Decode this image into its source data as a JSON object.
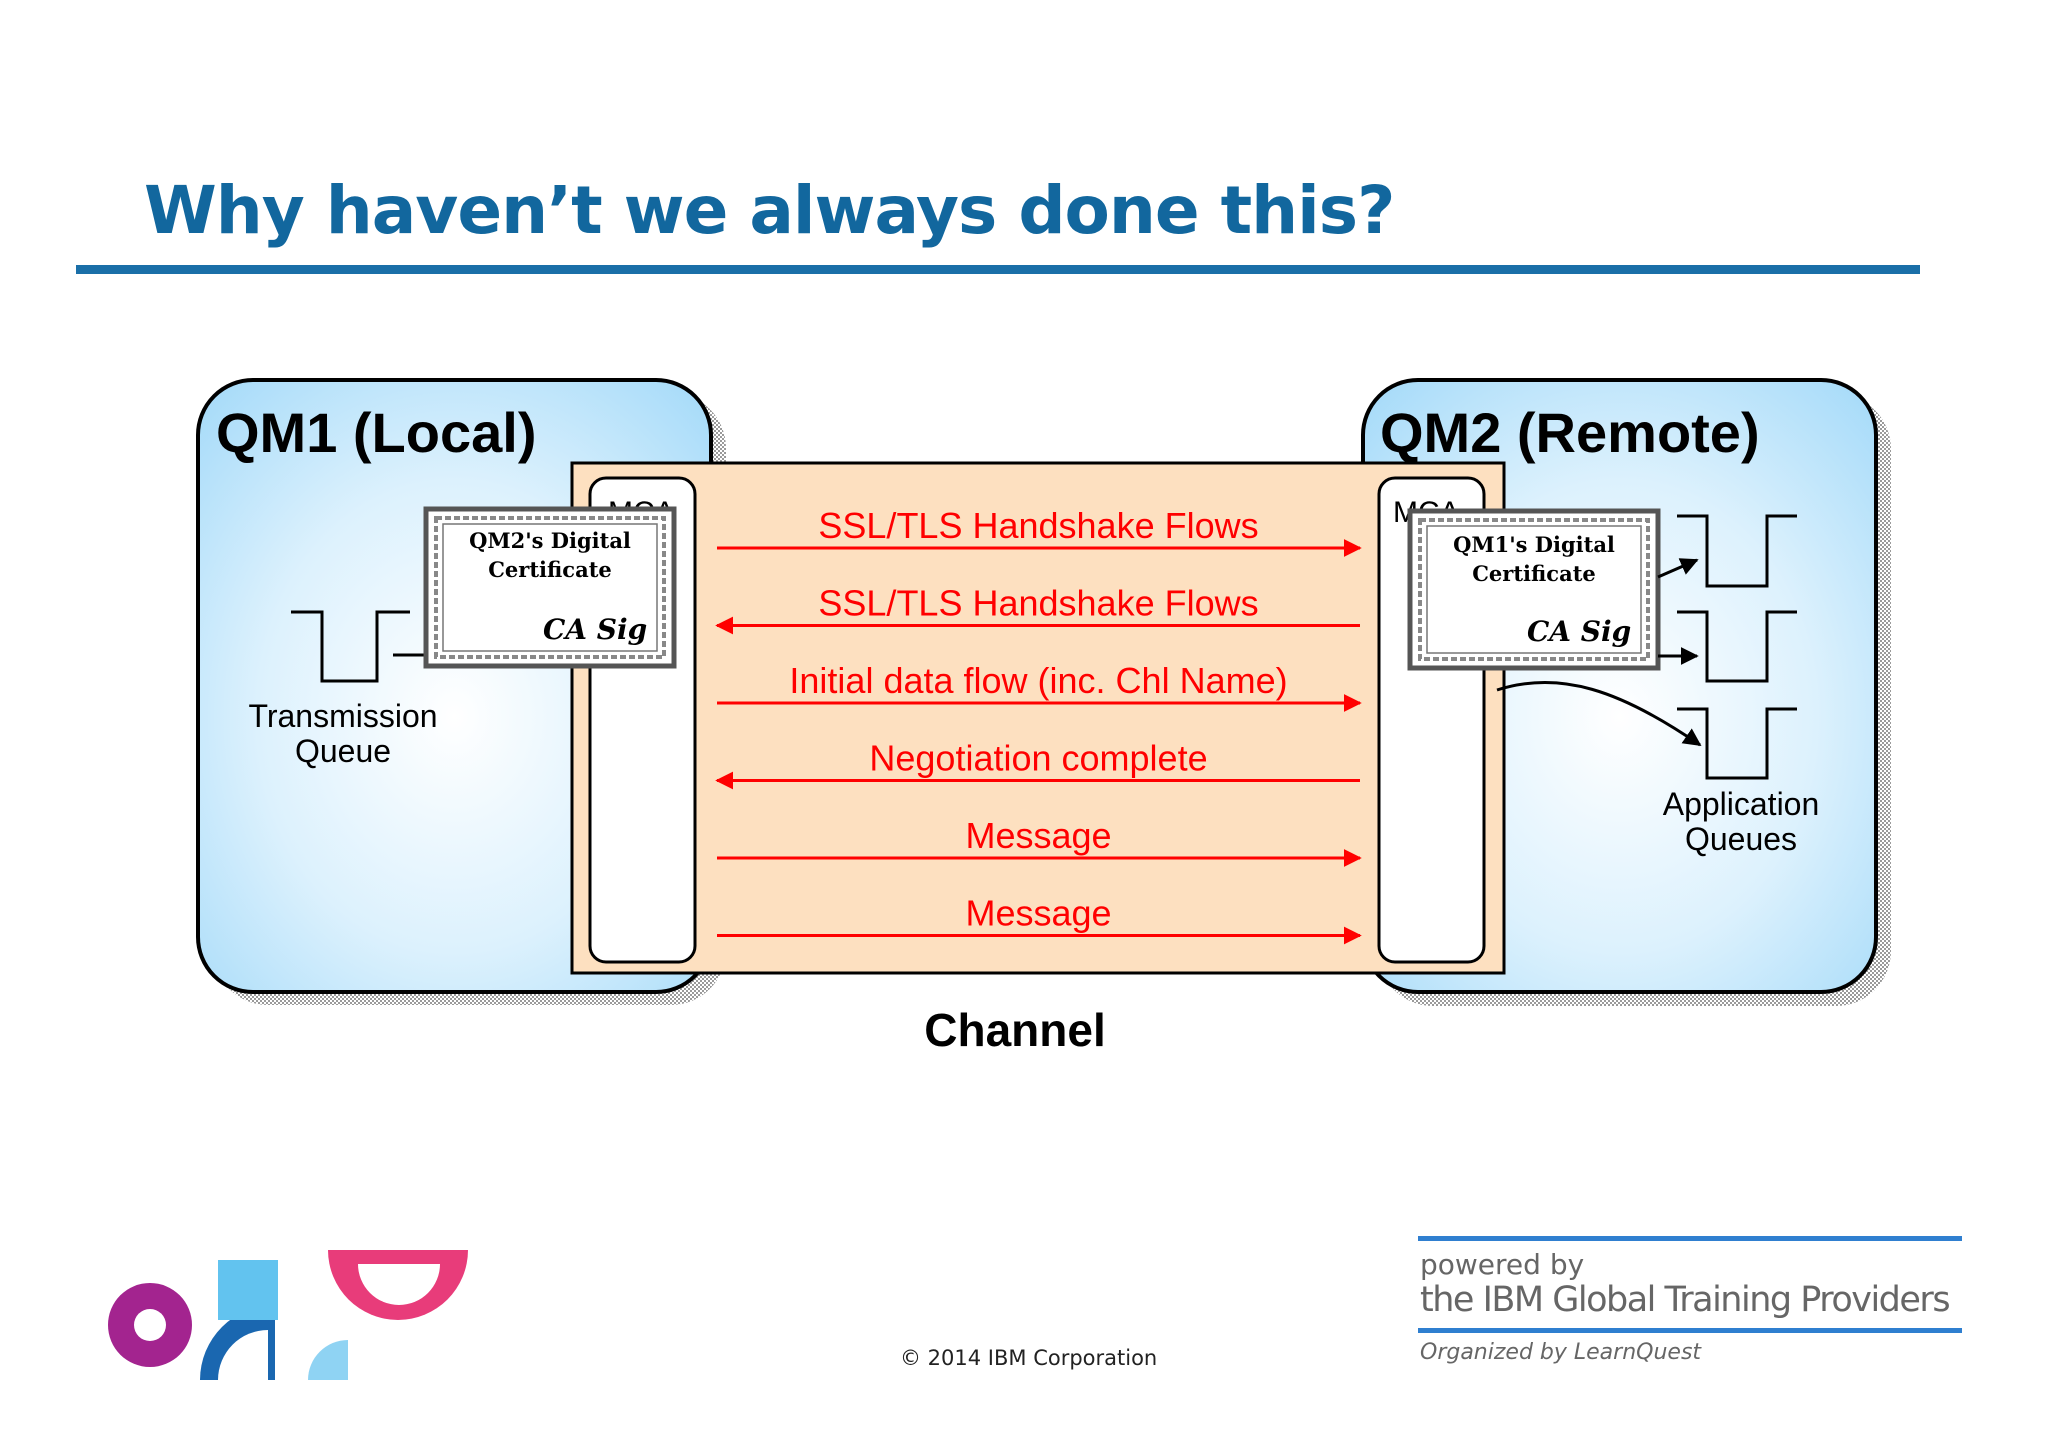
{
  "slide": {
    "title": "Why haven’t we always done this?",
    "footer": "© 2014 IBM Corporation"
  },
  "diagram": {
    "qm1": {
      "title": "QM1 (Local)",
      "mca_label": "MCA",
      "certificate": {
        "line1": "QM2's Digital",
        "line2": "Certificate",
        "sig": "CA Sig"
      },
      "queue_label_line1": "Transmission",
      "queue_label_line2": "Queue"
    },
    "qm2": {
      "title": "QM2 (Remote)",
      "mca_label": "MCA",
      "certificate": {
        "line1": "QM1's Digital",
        "line2": "Certificate",
        "sig": "CA Sig"
      },
      "queues_label_line1": "Application",
      "queues_label_line2": "Queues"
    },
    "channel_label": "Channel",
    "flows": [
      {
        "label": "SSL/TLS Handshake Flows",
        "direction": "right"
      },
      {
        "label": "SSL/TLS Handshake Flows",
        "direction": "left"
      },
      {
        "label": "Initial data flow (inc. Chl Name)",
        "direction": "right"
      },
      {
        "label": "Negotiation complete",
        "direction": "left"
      },
      {
        "label": "Message",
        "direction": "right"
      },
      {
        "label": "Message",
        "direction": "right"
      }
    ],
    "colors": {
      "qm_fill": "#b3e1fb",
      "channel_fill": "#fde0c0",
      "flow": "#ff0000"
    }
  },
  "branding": {
    "powered_line1": "powered by",
    "powered_line2": "the IBM Global Training Providers",
    "powered_line3": "Organized by LearnQuest"
  }
}
